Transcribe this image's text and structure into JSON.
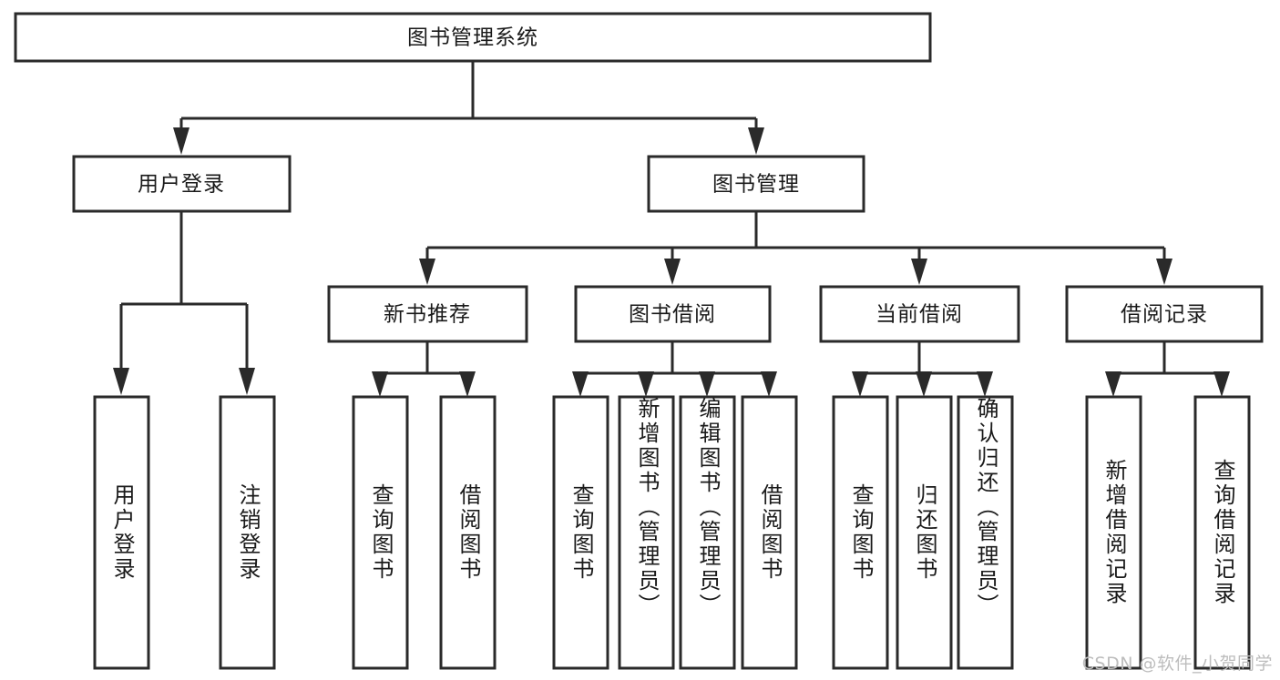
{
  "diagram": {
    "type": "tree-hierarchy-diagram",
    "watermark": "CSDN @软件_小贺同学",
    "colors": {
      "box_stroke": "#2a2a2a",
      "box_fill": "#ffffff",
      "connector": "#2a2a2a",
      "text": "#1a1a1a",
      "background": "#ffffff",
      "watermark": "#bdbdbd"
    },
    "root": {
      "label": "图书管理系统"
    },
    "level2": [
      {
        "label": "用户登录"
      },
      {
        "label": "图书管理"
      }
    ],
    "level3": [
      {
        "label": "新书推荐"
      },
      {
        "label": "图书借阅"
      },
      {
        "label": "当前借阅"
      },
      {
        "label": "借阅记录"
      }
    ],
    "leaves": {
      "user_login": [
        {
          "label": "用户登录"
        },
        {
          "label": "注销登录"
        }
      ],
      "new_book_recommend": [
        {
          "label": "查询图书"
        },
        {
          "label": "借阅图书"
        }
      ],
      "book_borrow": [
        {
          "label": "查询图书"
        },
        {
          "label": "新增图书（管理员）"
        },
        {
          "label": "编辑图书（管理员）"
        },
        {
          "label": "借阅图书"
        }
      ],
      "current_borrow": [
        {
          "label": "查询图书"
        },
        {
          "label": "归还图书"
        },
        {
          "label": "确认归还（管理员）"
        }
      ],
      "borrow_record": [
        {
          "label": "新增借阅记录"
        },
        {
          "label": "查询借阅记录"
        }
      ]
    }
  }
}
